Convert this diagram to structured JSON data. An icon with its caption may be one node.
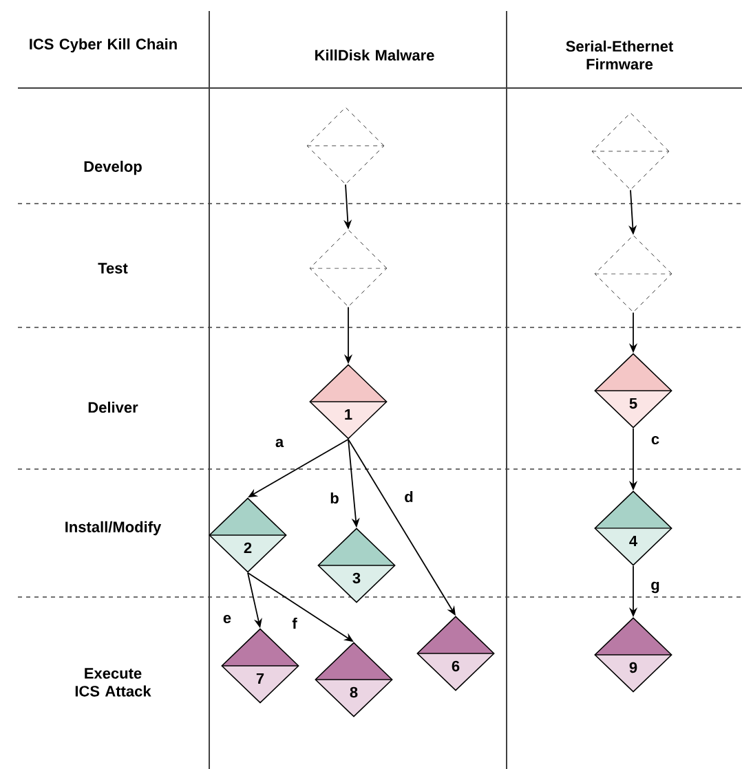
{
  "diagram": {
    "nodes": [
      {
        "text": [],
        "shape": "diamond"
      },
      {
        "text": [],
        "shape": "diamond"
      },
      {
        "text": [],
        "shape": "diamond"
      },
      {
        "text": [],
        "shape": "diamond"
      },
      {
        "text": [
          "1"
        ]
      },
      {
        "text": [
          "5"
        ]
      },
      {
        "text": [
          "2"
        ]
      },
      {
        "text": [
          "3"
        ]
      },
      {
        "text": [
          "4"
        ]
      },
      {
        "text": [
          "7"
        ]
      },
      {
        "text": [
          "8"
        ]
      },
      {
        "text": [
          "6"
        ]
      },
      {
        "text": [
          "9"
        ]
      }
    ],
    "edges": [
      {
        "from": 0,
        "to": 1,
        "arrow": "to"
      },
      {
        "from": 1,
        "to": 4,
        "arrow": "to"
      },
      {
        "from": 2,
        "to": 3,
        "arrow": "to"
      },
      {
        "from": 3,
        "to": 5,
        "arrow": "to"
      },
      {
        "from": 4,
        "to": 6,
        "arrow": "to",
        "label": "a"
      },
      {
        "from": 4,
        "to": 7,
        "arrow": "to",
        "label": "b"
      },
      {
        "from": 4,
        "to": 11,
        "arrow": "to",
        "label": "d"
      },
      {
        "from": 5,
        "to": 8,
        "arrow": "to",
        "label": "c"
      },
      {
        "from": 6,
        "to": 9,
        "arrow": "to",
        "label": "e"
      },
      {
        "from": 6,
        "to": 10,
        "arrow": "to",
        "label": "f"
      },
      {
        "from": 8,
        "to": 12,
        "arrow": "to",
        "label": "g"
      }
    ],
    "labels": [
      "ICS Cyber Kill Chain",
      "KillDisk Malware",
      "Serial-Ethernet Firmware",
      "Develop",
      "Test",
      "Deliver",
      "Install/Modify",
      "Execute ICS Attack"
    ]
  }
}
